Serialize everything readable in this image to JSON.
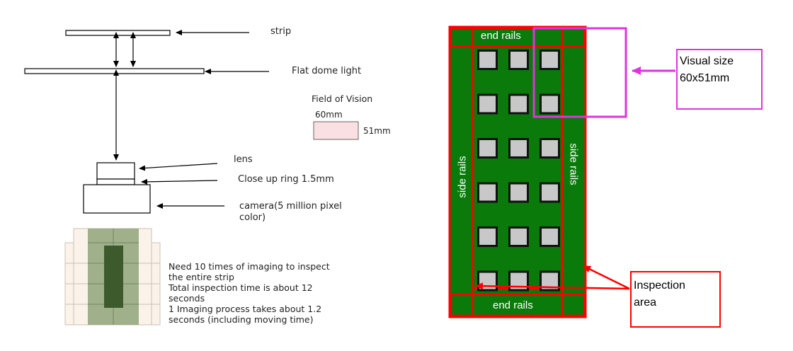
{
  "setup": {
    "strip_label": "strip",
    "dome_label": "Flat dome light",
    "fov_title": "Field of Vision",
    "fov_width": "60mm",
    "fov_height": "51mm",
    "lens_label": "lens",
    "ring_label": "Close up ring 1.5mm",
    "camera_label_line1": "camera(5 million pixel",
    "camera_label_line2": "color)"
  },
  "notes": [
    "Need 10 times of imaging to inspect",
    "the entire strip",
    "Total inspection time is about 12",
    "seconds",
    "1 Imaging process takes about  1.2",
    "seconds (including moving time)"
  ],
  "strip_layout": {
    "end_rails_top": "end rails",
    "end_rails_bottom": "end rails",
    "side_rails_left": "side rails",
    "side_rails_right": "side rails",
    "grid_rows": 6,
    "grid_cols": 3
  },
  "callouts": {
    "visual_size_line1": "Visual size",
    "visual_size_line2": "60x51mm",
    "inspection_line1": "Inspection",
    "inspection_line2": "area"
  },
  "colors": {
    "strip_green": "#0a7a0a",
    "border_red": "#ff0000",
    "visual_magenta": "#e033e0",
    "die_gray": "#c8c8c8",
    "fov_pink": "#fbe0e3"
  }
}
